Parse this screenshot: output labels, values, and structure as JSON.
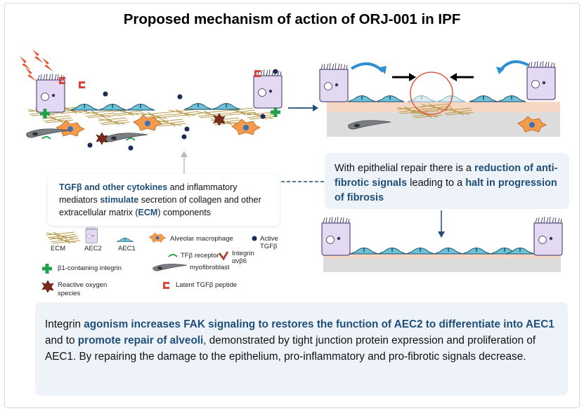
{
  "title": "Proposed mechanism of action of ORJ-001 in IPF",
  "cytokine_box": {
    "hl_1": "TGFβ and other cytokines",
    "t_1": " and inflammatory mediators ",
    "hl_2": "stimulate",
    "t_2": " secretion of collagen and other extracellular matrix (",
    "hl_3": "ECM",
    "t_3": ") components"
  },
  "repair_box": {
    "t_1": "With epithelial repair there is a ",
    "hl_1": "reduction of anti-fibrotic signals",
    "t_2": " leading to a ",
    "hl_2": "halt in progression of fibrosis"
  },
  "bottom_box": {
    "t_1": "Integrin ",
    "hl_1": "agonism increases FAK signaling to restores the function of AEC2 to differentiate into AEC1",
    "t_2": " and to ",
    "hl_2": "promote repair of alveoli",
    "t_3": ", demonstrated by tight junction protein expression and proliferation of AEC1. By repairing the damage to the epithelium, pro-inflammatory and pro-fibrotic signals decrease."
  },
  "legend": {
    "ecm": "ECM",
    "aec2": "AEC2",
    "aec1": "AEC1",
    "macrophage": "Alveolar macrophage",
    "active_tgfb": "Active TGFβ",
    "tgfb_receptor": "TFβ receptor",
    "integrin": "Integrin αvβ6",
    "myofibroblast": "myofibroblast",
    "b1_integrin": "β1-containing integrin",
    "ros": "Reactive oxygen species",
    "latent_tgfb": "Latent TGFβ peptide"
  },
  "colors": {
    "aec2": "#e4d9f3",
    "aec1": "#6cc3d8",
    "macrophage": "#f39b4c",
    "accent_text": "#1f4e79",
    "integrin_green": "#22a04b",
    "latent_red": "#d9453a",
    "box_fill": "#eef3fa"
  }
}
